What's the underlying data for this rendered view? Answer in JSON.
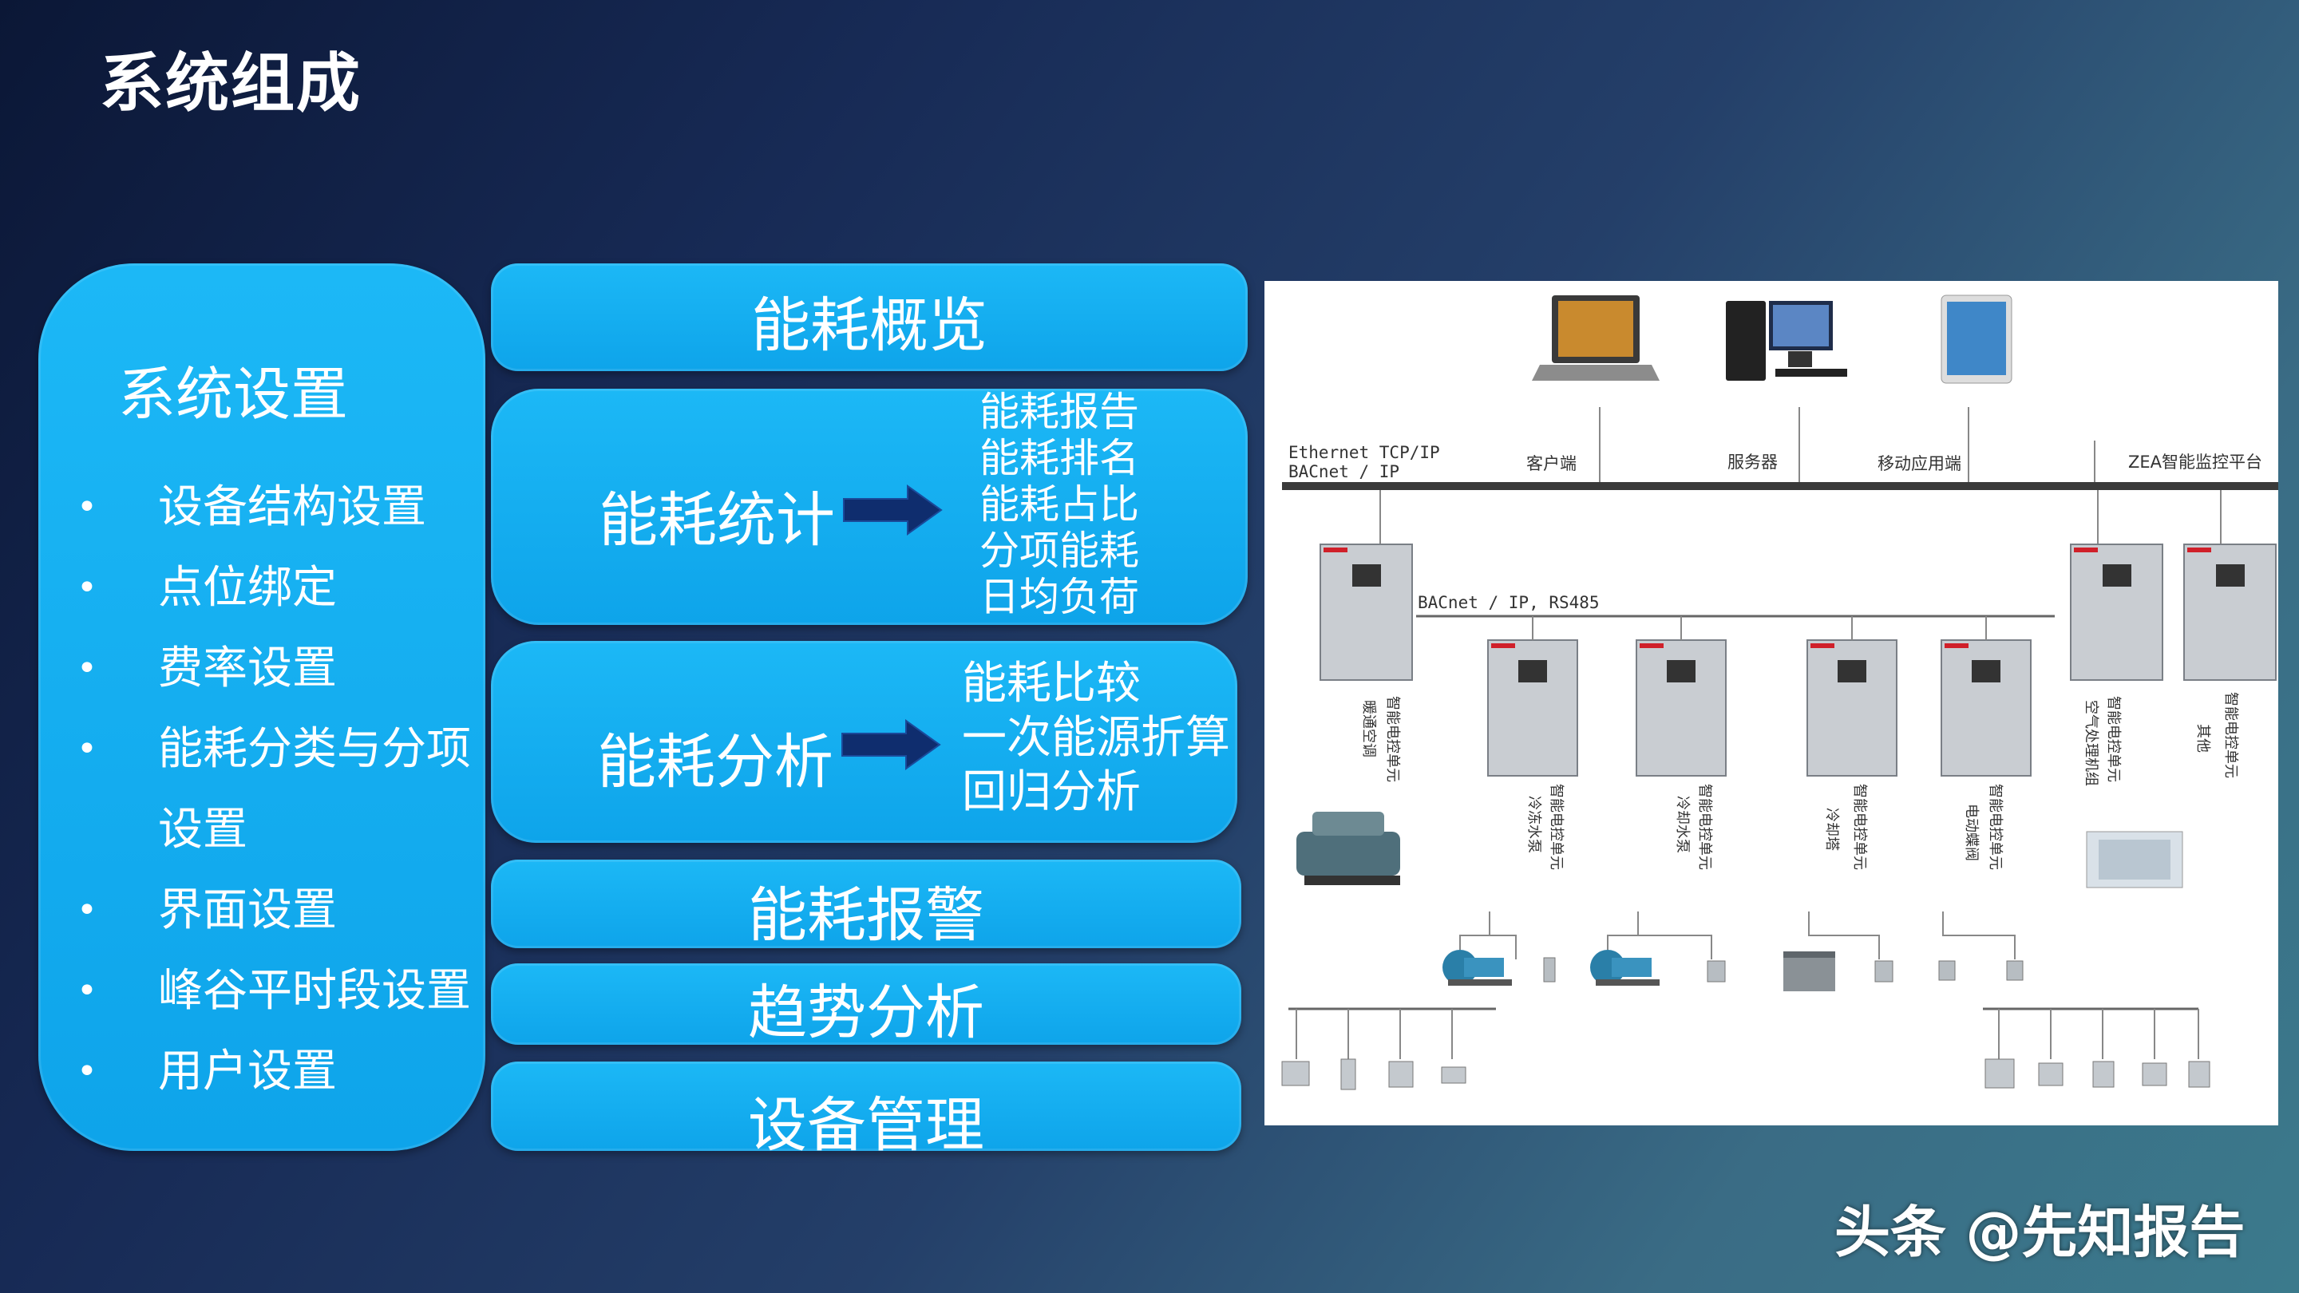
{
  "page_title": "系统组成",
  "settings": {
    "title": "系统设置",
    "items": [
      "设备结构设置",
      "点位绑定",
      "费率设置",
      "能耗分类与分项设置",
      "界面设置",
      "峰谷平时段设置",
      "用户设置"
    ]
  },
  "menus": {
    "overview": "能耗概览",
    "stats": {
      "label": "能耗统计",
      "subs": [
        "能耗报告",
        "能耗排名",
        "能耗占比",
        "分项能耗",
        "日均负荷"
      ]
    },
    "analysis": {
      "label": "能耗分析",
      "subs": [
        "能耗比较",
        "一次能源折算",
        "回归分析"
      ]
    },
    "alarm": "能耗报警",
    "trend": "趋势分析",
    "device": "设备管理"
  },
  "diagram": {
    "net_top": [
      "Ethernet TCP/IP",
      "BACnet / IP"
    ],
    "clients": [
      "客户端",
      "服务器",
      "移动应用端",
      "ZEA智能监控平台"
    ],
    "bus2": "BACnet / IP, RS485",
    "cabinet_labels": [
      "暖通空调",
      "智能电控单元",
      "冷冻水泵",
      "智能电控单元",
      "冷却水泵",
      "智能电控单元",
      "冷却塔",
      "智能电控单元",
      "电动蝶阀",
      "智能电控单元",
      "空气处理机组",
      "智能电控单元",
      "其他",
      "智能电控单元"
    ]
  },
  "watermark": "头条 @先知报告",
  "colors": {
    "panel": "#13adf0",
    "arrow": "#0f2d6e",
    "bg_dark": "#0b1736",
    "bg_light": "#3b7a8c"
  }
}
